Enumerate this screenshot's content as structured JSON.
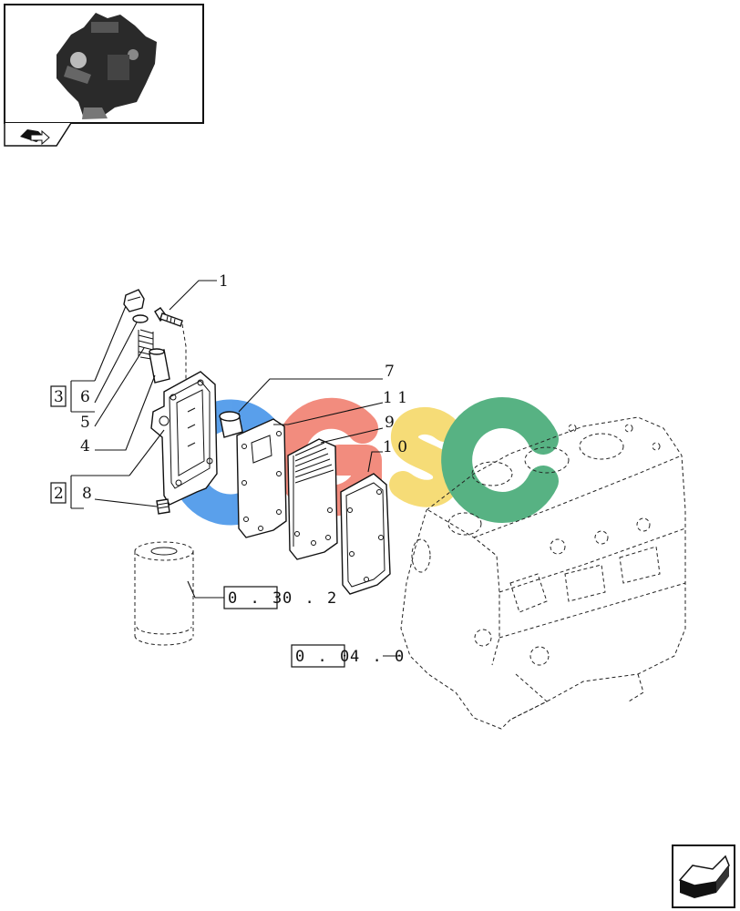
{
  "callouts": {
    "c1": "1",
    "c3": "3",
    "c6": "6",
    "c5": "5",
    "c4": "4",
    "c2": "2",
    "c8": "8",
    "c7": "7",
    "c11": "1 1",
    "c9": "9",
    "c10": "1 0"
  },
  "references": {
    "ref_filter_boxed": "0 . 3",
    "ref_filter_rest": "0 . 2",
    "ref_block_boxed": "0 . 0",
    "ref_block_rest": "4 . 0"
  },
  "watermark": {
    "text": "CGSC",
    "colors": [
      "#3d8fe8",
      "#f07868",
      "#f5d760",
      "#3aa56e"
    ]
  },
  "icons": {
    "thumbnail": "engine-thumbnail",
    "nav_small": "arrow-tab-icon",
    "nav_next": "next-page-arrow-icon"
  }
}
